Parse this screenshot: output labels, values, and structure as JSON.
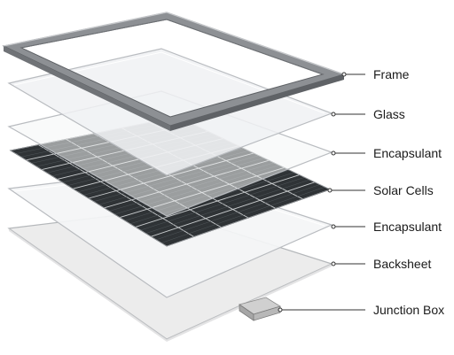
{
  "diagram": {
    "layers": [
      {
        "key": "frame",
        "label": "Frame"
      },
      {
        "key": "glass",
        "label": "Glass"
      },
      {
        "key": "encapsulant_top",
        "label": "Encapsulant"
      },
      {
        "key": "solar_cells",
        "label": "Solar Cells"
      },
      {
        "key": "encapsulant_bottom",
        "label": "Encapsulant"
      },
      {
        "key": "backsheet",
        "label": "Backsheet"
      },
      {
        "key": "junction_box",
        "label": "Junction Box"
      }
    ],
    "solar_cells": {
      "rows": 10,
      "columns": 6
    },
    "colors": {
      "frame": "#8d9094",
      "glass": "#f3f4f5",
      "sheet_edge": "#b9bcc0",
      "cells": "#2f3336",
      "cell_grid": "#c9ccce",
      "backsheet": "#ececec",
      "junction_box": "#c4c4c4"
    }
  }
}
